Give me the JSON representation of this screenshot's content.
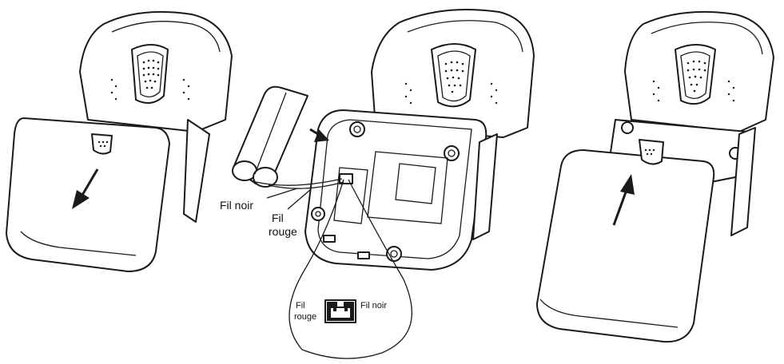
{
  "labels": {
    "black_wire": "Fil noir",
    "red_wire_line1": "Fil",
    "red_wire_line2": "rouge",
    "inset_red_line1": "Fil",
    "inset_red_line2": "rouge",
    "inset_black": "Fil noir"
  },
  "colors": {
    "line": "#1a1a1a",
    "background": "#ffffff"
  }
}
